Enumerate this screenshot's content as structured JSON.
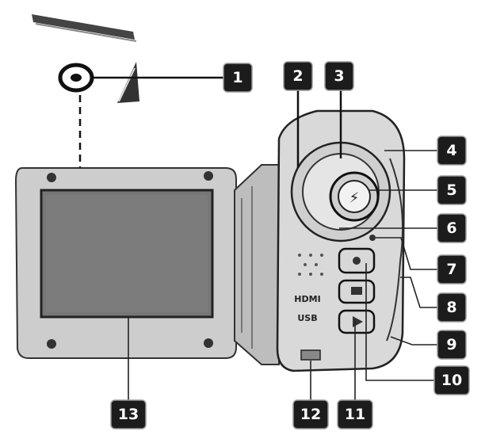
{
  "callouts": [
    {
      "id": "1",
      "text": "1"
    },
    {
      "id": "2",
      "text": "2"
    },
    {
      "id": "3",
      "text": "3"
    },
    {
      "id": "4",
      "text": "4"
    },
    {
      "id": "5",
      "text": "5"
    },
    {
      "id": "6",
      "text": "6"
    },
    {
      "id": "7",
      "text": "7"
    },
    {
      "id": "8",
      "text": "8"
    },
    {
      "id": "9",
      "text": "9"
    },
    {
      "id": "10",
      "text": "10"
    },
    {
      "id": "11",
      "text": "11"
    },
    {
      "id": "12",
      "text": "12"
    },
    {
      "id": "13",
      "text": "13"
    }
  ],
  "body_marks": {
    "hdmi_label": "HDMI",
    "usb_label": "USB"
  },
  "colors": {
    "label_fill": "#1c1c1c",
    "label_text": "#ffffff",
    "lcd_screen": "#7a7a7a",
    "lcd_frame": "#c8c8c8"
  }
}
